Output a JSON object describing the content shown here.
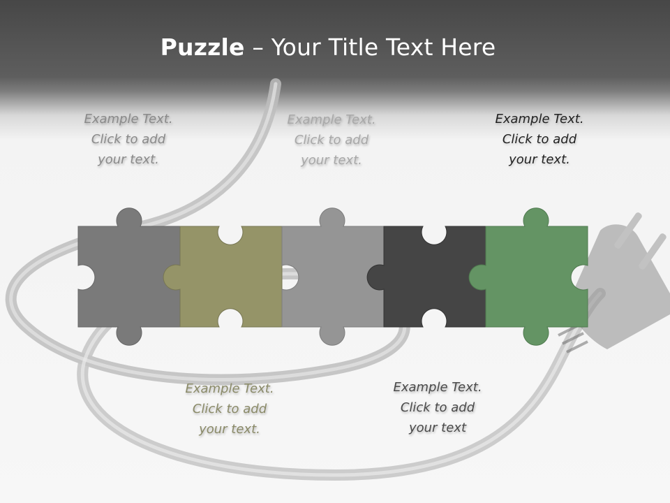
{
  "title": {
    "bold": "Puzzle",
    "rest": " – Your Title Text Here"
  },
  "colors": {
    "piece1": "#7a7a7a",
    "piece2": "#959468",
    "piece3": "#959595",
    "piece4": "#454545",
    "piece5": "#649464"
  },
  "captions": [
    {
      "lines": [
        "Example Text.",
        "Click  to add",
        "your text."
      ],
      "color": "#8a8a8a"
    },
    {
      "lines": [
        "Example Text.",
        "Click  to add",
        "your text."
      ],
      "color": "#8a8a68"
    },
    {
      "lines": [
        "Example Text.",
        "Click  to add",
        "your text."
      ],
      "color": "#a8a8a8"
    },
    {
      "lines": [
        "Example Text.",
        "Click  to add",
        "your text"
      ],
      "color": "#4a4a4a"
    },
    {
      "lines": [
        "Example Text.",
        "Click  to add",
        "your text."
      ],
      "color": "#222222"
    }
  ]
}
